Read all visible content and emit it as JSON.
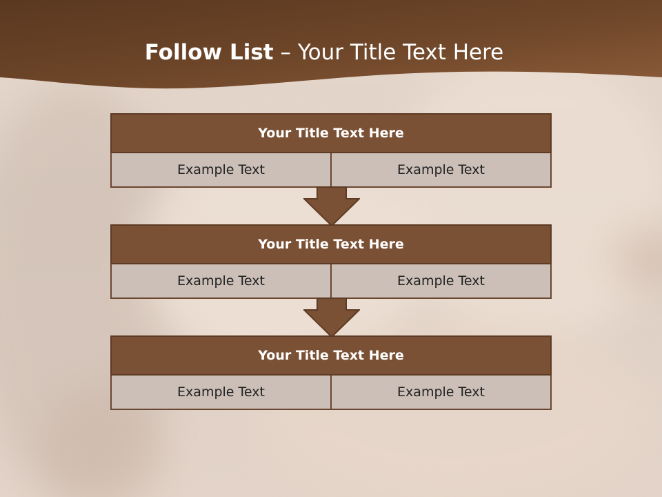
{
  "slide": {
    "title_bold": "Follow List",
    "title_rest": " – Your Title Text Here"
  },
  "blocks": [
    {
      "title": "Your Title Text Here",
      "cells": [
        "Example Text",
        "Example Text"
      ]
    },
    {
      "title": "Your Title Text Here",
      "cells": [
        "Example Text",
        "Example Text"
      ]
    },
    {
      "title": "Your Title Text Here",
      "cells": [
        "Example Text",
        "Example Text"
      ]
    }
  ],
  "colors": {
    "header": "#6b4429",
    "block_title": "#7a5135",
    "block_cell": "#cbbfb7",
    "arrow": "#7a5135"
  }
}
